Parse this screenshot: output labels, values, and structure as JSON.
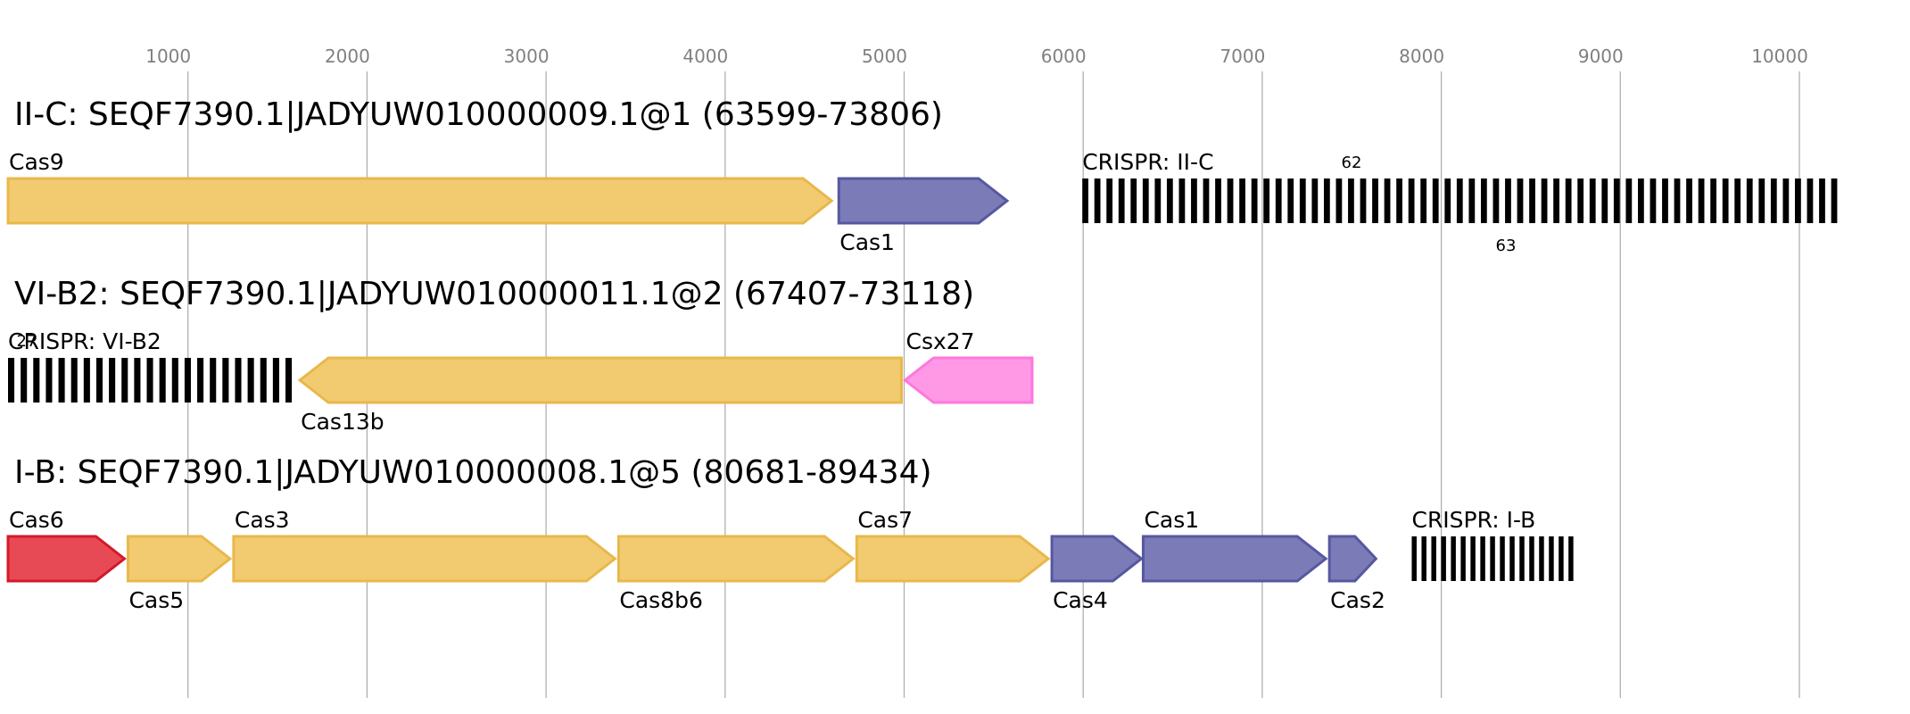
{
  "axis": {
    "ticks": [
      1000,
      2000,
      3000,
      4000,
      5000,
      6000,
      7000,
      8000,
      9000,
      10000
    ],
    "gridline_color": "#b0b0b0",
    "tick_label_color": "#808080"
  },
  "colors": {
    "yellow": {
      "fill": "#f2cb70",
      "stroke": "#e8b84a"
    },
    "blue": {
      "fill": "#7b7bb8",
      "stroke": "#5757a0"
    },
    "pink": {
      "fill": "#ff99e6",
      "stroke": "#ff77dd"
    },
    "red": {
      "fill": "#e84a55",
      "stroke": "#d11a2a"
    },
    "crispr": "#000000"
  },
  "loci": [
    {
      "title": "II-C: SEQF7390.1|JADYUW010000009.1@1 (63599-73806)",
      "genes": [
        {
          "name": "Cas9",
          "start": 0,
          "end": 4600,
          "strand": "+",
          "color": "yellow",
          "label_pos": "above"
        },
        {
          "name": "Cas1",
          "start": 4640,
          "end": 5580,
          "strand": "+",
          "color": "blue",
          "label_pos": "below"
        }
      ],
      "crispr": {
        "name": "CRISPR: II-C",
        "start": 6000,
        "end": 10250,
        "count": 63,
        "count_labels": [
          "62",
          "63"
        ]
      }
    },
    {
      "title": "VI-B2: SEQF7390.1|JADYUW010000011.1@2 (67407-73118)",
      "genes": [
        {
          "name": "Cas13b",
          "start": 1630,
          "end": 4990,
          "strand": "-",
          "color": "yellow",
          "label_pos": "below"
        },
        {
          "name": "Csx27",
          "start": 5010,
          "end": 5720,
          "strand": "-",
          "color": "pink",
          "label_pos": "above"
        }
      ],
      "crispr": {
        "name": "CRISPR: VI-B2",
        "start": 0,
        "end": 1620,
        "count": 23,
        "count_labels": [
          "27"
        ]
      }
    },
    {
      "title": "I-B: SEQF7390.1|JADYUW010000008.1@5 (80681-89434)",
      "genes": [
        {
          "name": "Cas6",
          "start": 0,
          "end": 650,
          "strand": "+",
          "color": "red",
          "label_pos": "above"
        },
        {
          "name": "Cas5",
          "start": 670,
          "end": 1240,
          "strand": "+",
          "color": "yellow",
          "label_pos": "below"
        },
        {
          "name": "Cas3",
          "start": 1260,
          "end": 3390,
          "strand": "+",
          "color": "yellow",
          "label_pos": "above"
        },
        {
          "name": "Cas8b6",
          "start": 3410,
          "end": 4720,
          "strand": "+",
          "color": "yellow",
          "label_pos": "below"
        },
        {
          "name": "Cas7",
          "start": 4740,
          "end": 5810,
          "strand": "+",
          "color": "yellow",
          "label_pos": "above"
        },
        {
          "name": "Cas4",
          "start": 5830,
          "end": 6330,
          "strand": "+",
          "color": "blue",
          "label_pos": "below"
        },
        {
          "name": "Cas1",
          "start": 6340,
          "end": 7360,
          "strand": "+",
          "color": "blue",
          "label_pos": "above"
        },
        {
          "name": "Cas2",
          "start": 7380,
          "end": 7640,
          "strand": "+",
          "color": "blue",
          "label_pos": "below"
        }
      ],
      "crispr": {
        "name": "CRISPR: I-B",
        "start": 7840,
        "end": 8770,
        "count": 17,
        "count_labels": []
      }
    }
  ]
}
